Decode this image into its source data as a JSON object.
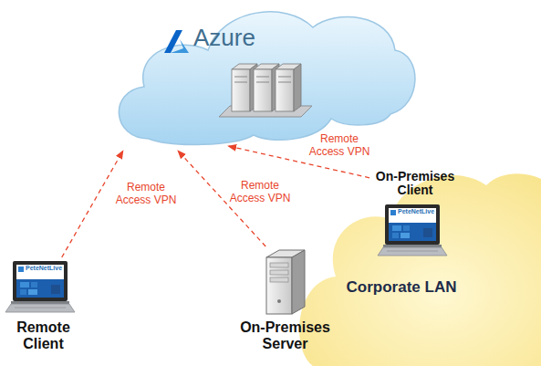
{
  "diagram": {
    "nodes": [
      {
        "text": [
          "Azure"
        ]
      },
      {
        "text": [
          "Corporate LAN"
        ]
      },
      {
        "text": [
          "On-Premises Client"
        ],
        "in": 1
      },
      {
        "text": [
          "Remote Client"
        ]
      },
      {
        "text": [
          "On-Premises Server"
        ]
      }
    ],
    "edges": [
      {
        "from": 3,
        "to": 0,
        "label": "Remote Access VPN",
        "arrow": "to"
      },
      {
        "from": 4,
        "to": 0,
        "label": "Remote Access VPN",
        "arrow": "to"
      },
      {
        "from": 2,
        "to": 0,
        "label": "Remote Access VPN",
        "arrow": "to"
      }
    ],
    "labels": [
      "PeteNetLive",
      "PeteNetLive"
    ]
  }
}
